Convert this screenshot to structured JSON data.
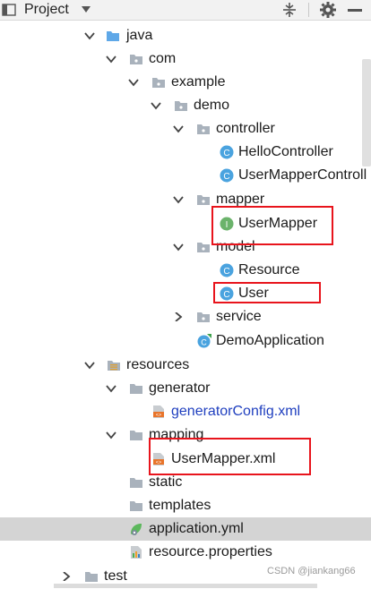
{
  "toolbar": {
    "title": "Project"
  },
  "tree": [
    {
      "label": "java",
      "icon": "folder-source-icon",
      "expanded": true
    },
    {
      "label": "com",
      "icon": "package-icon",
      "expanded": true
    },
    {
      "label": "example",
      "icon": "package-icon",
      "expanded": true
    },
    {
      "label": "demo",
      "icon": "package-icon",
      "expanded": true
    },
    {
      "label": "controller",
      "icon": "package-icon",
      "expanded": true
    },
    {
      "label": "HelloController",
      "icon": "class-icon"
    },
    {
      "label": "UserMapperControll",
      "icon": "class-icon"
    },
    {
      "label": "mapper",
      "icon": "package-icon",
      "expanded": true
    },
    {
      "label": "UserMapper",
      "icon": "interface-icon"
    },
    {
      "label": "model",
      "icon": "package-icon",
      "expanded": true
    },
    {
      "label": "Resource",
      "icon": "class-icon"
    },
    {
      "label": "User",
      "icon": "class-icon"
    },
    {
      "label": "service",
      "icon": "package-icon",
      "expanded": false
    },
    {
      "label": "DemoApplication",
      "icon": "spring-boot-class-icon"
    },
    {
      "label": "resources",
      "icon": "folder-resources-icon",
      "expanded": true
    },
    {
      "label": "generator",
      "icon": "folder-icon",
      "expanded": true
    },
    {
      "label": "generatorConfig.xml",
      "icon": "xml-file-icon",
      "highlight": "blue"
    },
    {
      "label": "mapping",
      "icon": "folder-icon",
      "expanded": true
    },
    {
      "label": "UserMapper.xml",
      "icon": "xml-file-icon"
    },
    {
      "label": "static",
      "icon": "folder-icon"
    },
    {
      "label": "templates",
      "icon": "folder-icon"
    },
    {
      "label": "application.yml",
      "icon": "yml-file-icon",
      "selected": true
    },
    {
      "label": "resource.properties",
      "icon": "properties-file-icon"
    },
    {
      "label": "test",
      "icon": "folder-icon",
      "expanded": false
    }
  ],
  "watermark": "CSDN @jiankang66",
  "colors": {
    "highlight_box": "#e8141c",
    "selection": "#d4d4d4",
    "class_icon": "#4aa3df",
    "interface_icon": "#6bb36b",
    "link_text": "#1f3fbf"
  }
}
